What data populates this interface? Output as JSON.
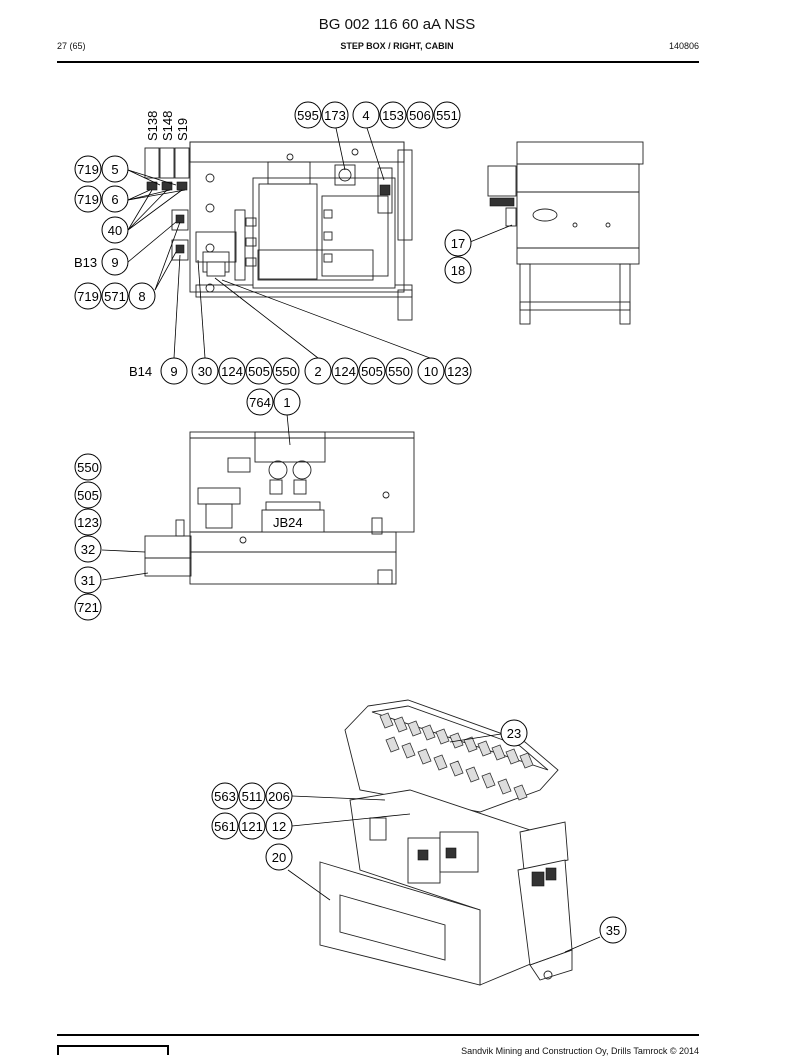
{
  "header": {
    "doc_title": "BG 002 116 60 aA NSS",
    "page": "27 (65)",
    "subtitle": "STEP BOX / RIGHT, CABIN",
    "code": "140806"
  },
  "footer": {
    "copyright": "Sandvik Mining and Construction Oy, Drills Tamrock © 2014"
  },
  "labels": {
    "s138": "S138",
    "s148": "S148",
    "s19": "S19",
    "b13": "B13",
    "b14": "B14",
    "jb24": "JB24"
  },
  "balloons": {
    "b595": "595",
    "b173": "173",
    "b4": "4",
    "b153": "153",
    "b506": "506",
    "b551": "551",
    "b719a": "719",
    "b5": "5",
    "b719b": "719",
    "b6": "6",
    "b40": "40",
    "b9a": "9",
    "b719c": "719",
    "b571": "571",
    "b8": "8",
    "b17": "17",
    "b18": "18",
    "b9b": "9",
    "b30": "30",
    "b124a": "124",
    "b505a": "505",
    "b550a": "550",
    "b2": "2",
    "b124b": "124",
    "b505b": "505",
    "b550b": "550",
    "b10": "10",
    "b123a": "123",
    "b764": "764",
    "b1": "1",
    "b550c": "550",
    "b505c": "505",
    "b123b": "123",
    "b32": "32",
    "b31": "31",
    "b721": "721",
    "b23": "23",
    "b563": "563",
    "b511": "511",
    "b206": "206",
    "b561": "561",
    "b121": "121",
    "b12": "12",
    "b20": "20",
    "b35": "35"
  }
}
